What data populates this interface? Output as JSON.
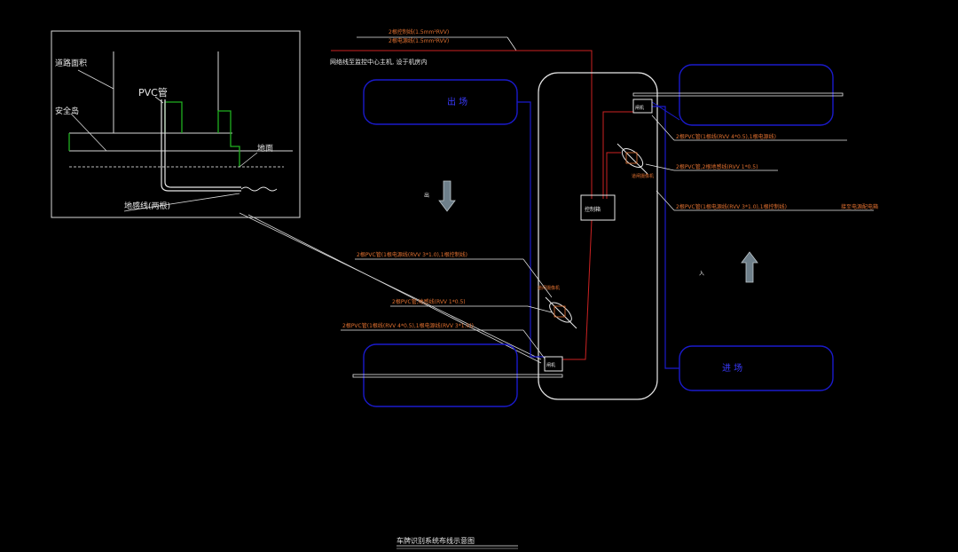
{
  "detail": {
    "label_top": "道路面积",
    "label_pvc": "PVC管",
    "label_safety": "安全岛",
    "label_ground": "地面",
    "label_wire": "地感线(两根)"
  },
  "plan": {
    "top_note1": "2根控制线(1.5mm²RVV)",
    "top_note2": "2根电源线(1.5mm²RVV)",
    "top_note3": "网络线至监控中心主机, 设于机房内",
    "lane_left_top": "出 场",
    "lane_right_bottom": "进 场",
    "dir_left": "出",
    "dir_right": "入",
    "box_center": "控制箱",
    "box_top_right": "闸机",
    "box_bottom_left": "闸机",
    "note_r1": "2根PVC管(1根线(RVV 4*0.5),1根电源线)",
    "note_r2": "2根PVC管,2根地感线(RVV 1*0.5)",
    "note_r3": "2根PVC管(1根电源线(RVV 3*1.0),1根控制线)",
    "note_r3b": "接至电源配电箱",
    "note_l1": "2根PVC管(1根电源线(RVV 3*1.0),1根控制线)",
    "note_l2": "2根PVC管,地感线(RVV 1*0.5)",
    "note_l3": "2根PVC管(1根线(RVV 4*0.5),1根电源线(RVV 3*1.0))",
    "cam_label_r": "道闸摄像机",
    "cam_label_l": "道闸摄像机"
  },
  "footer": {
    "title": "车牌识别系统布线示意图"
  },
  "colors": {
    "blue": "#1a1acc",
    "red": "#cc2222",
    "white": "#e8e8e8",
    "green": "#20b020",
    "orange": "#e07030"
  }
}
